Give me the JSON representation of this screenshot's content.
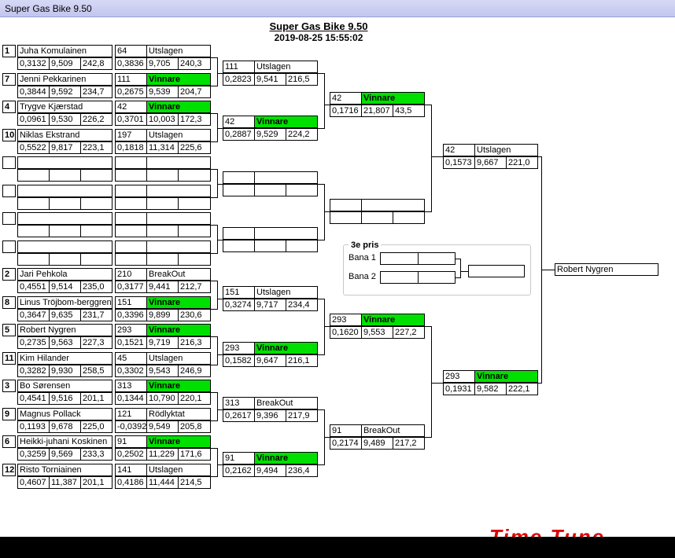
{
  "window_title": "Super Gas Bike 9.50",
  "header": {
    "title": "Super Gas Bike 9.50",
    "datetime": "2019-08-25 15:55:02"
  },
  "colors": {
    "winner": "#00e000"
  },
  "r1": [
    {
      "seed": "1",
      "name": "Juha Komulainen",
      "rt": "0,3132",
      "et": "9,509",
      "speed": "242,8",
      "id": "64",
      "result": "Utslagen",
      "rt2": "0,3836",
      "et2": "9,705",
      "sp2": "240,3"
    },
    {
      "seed": "7",
      "name": "Jenni Pekkarinen",
      "rt": "0,3844",
      "et": "9,592",
      "speed": "234,7",
      "id": "111",
      "result": "Vinnare",
      "rt2": "0,2675",
      "et2": "9,539",
      "sp2": "204,7"
    },
    {
      "seed": "4",
      "name": "Trygve Kjærstad",
      "rt": "0,0961",
      "et": "9,530",
      "speed": "226,2",
      "id": "42",
      "result": "Vinnare",
      "rt2": "0,3701",
      "et2": "10,003",
      "sp2": "172,3"
    },
    {
      "seed": "10",
      "name": "Niklas Ekstrand",
      "rt": "0,5522",
      "et": "9,817",
      "speed": "223,1",
      "id": "197",
      "result": "Utslagen",
      "rt2": "0,1818",
      "et2": "11,314",
      "sp2": "225,6"
    },
    {
      "seed": "",
      "name": "",
      "rt": "",
      "et": "",
      "speed": "",
      "id": "",
      "result": "",
      "rt2": "",
      "et2": "",
      "sp2": ""
    },
    {
      "seed": "",
      "name": "",
      "rt": "",
      "et": "",
      "speed": "",
      "id": "",
      "result": "",
      "rt2": "",
      "et2": "",
      "sp2": ""
    },
    {
      "seed": "",
      "name": "",
      "rt": "",
      "et": "",
      "speed": "",
      "id": "",
      "result": "",
      "rt2": "",
      "et2": "",
      "sp2": ""
    },
    {
      "seed": "",
      "name": "",
      "rt": "",
      "et": "",
      "speed": "",
      "id": "",
      "result": "",
      "rt2": "",
      "et2": "",
      "sp2": ""
    },
    {
      "seed": "2",
      "name": "Jari Pehkola",
      "rt": "0,4551",
      "et": "9,514",
      "speed": "235,0",
      "id": "210",
      "result": "BreakOut",
      "rt2": "0,3177",
      "et2": "9,441",
      "sp2": "212,7"
    },
    {
      "seed": "8",
      "name": "Linus Tröjbom-berggren",
      "rt": "0,3647",
      "et": "9,635",
      "speed": "231,7",
      "id": "151",
      "result": "Vinnare",
      "rt2": "0,3396",
      "et2": "9,899",
      "sp2": "230,6"
    },
    {
      "seed": "5",
      "name": "Robert Nygren",
      "rt": "0,2735",
      "et": "9,563",
      "speed": "227,3",
      "id": "293",
      "result": "Vinnare",
      "rt2": "0,1521",
      "et2": "9,719",
      "sp2": "216,3"
    },
    {
      "seed": "11",
      "name": "Kim Hilander",
      "rt": "0,3282",
      "et": "9,930",
      "speed": "258,5",
      "id": "45",
      "result": "Utslagen",
      "rt2": "0,3302",
      "et2": "9,543",
      "sp2": "246,9"
    },
    {
      "seed": "3",
      "name": "Bo Sørensen",
      "rt": "0,4541",
      "et": "9,516",
      "speed": "201,1",
      "id": "313",
      "result": "Vinnare",
      "rt2": "0,1344",
      "et2": "10,790",
      "sp2": "220,1"
    },
    {
      "seed": "9",
      "name": "Magnus Pollack",
      "rt": "0,1193",
      "et": "9,678",
      "speed": "225,0",
      "id": "121",
      "result": "Rödlyktat",
      "rt2": "-0,0392",
      "et2": "9,549",
      "sp2": "205,8"
    },
    {
      "seed": "6",
      "name": "Heikki-juhani Koskinen",
      "rt": "0,3259",
      "et": "9,569",
      "speed": "233,3",
      "id": "91",
      "result": "Vinnare",
      "rt2": "0,2502",
      "et2": "11,229",
      "sp2": "171,6"
    },
    {
      "seed": "12",
      "name": "Risto Torniainen",
      "rt": "0,4607",
      "et": "11,387",
      "speed": "201,1",
      "id": "141",
      "result": "Utslagen",
      "rt2": "0,4186",
      "et2": "11,444",
      "sp2": "214,5"
    }
  ],
  "r2": [
    {
      "id": "111",
      "result": "Utslagen",
      "rt": "0,2823",
      "et": "9,541",
      "sp": "216,5"
    },
    {
      "id": "42",
      "result": "Vinnare",
      "rt": "0,2887",
      "et": "9,529",
      "sp": "224,2"
    },
    {
      "id": "",
      "result": "",
      "rt": "",
      "et": "",
      "sp": ""
    },
    {
      "id": "",
      "result": "",
      "rt": "",
      "et": "",
      "sp": ""
    },
    {
      "id": "151",
      "result": "Utslagen",
      "rt": "0,3274",
      "et": "9,717",
      "sp": "234,4"
    },
    {
      "id": "293",
      "result": "Vinnare",
      "rt": "0,1582",
      "et": "9,647",
      "sp": "216,1"
    },
    {
      "id": "313",
      "result": "BreakOut",
      "rt": "0,2617",
      "et": "9,396",
      "sp": "217,9"
    },
    {
      "id": "91",
      "result": "Vinnare",
      "rt": "0,2162",
      "et": "9,494",
      "sp": "236,4"
    }
  ],
  "r3": [
    {
      "id": "42",
      "result": "Vinnare",
      "rt": "0,1716",
      "et": "21,807",
      "sp": "43,5"
    },
    {
      "id": "",
      "result": "",
      "rt": "",
      "et": "",
      "sp": ""
    },
    {
      "id": "293",
      "result": "Vinnare",
      "rt": "0,1620",
      "et": "9,553",
      "sp": "227,2"
    },
    {
      "id": "91",
      "result": "BreakOut",
      "rt": "0,2174",
      "et": "9,489",
      "sp": "217,2"
    }
  ],
  "r4": [
    {
      "id": "42",
      "result": "Utslagen",
      "rt": "0,1573",
      "et": "9,667",
      "sp": "221,0"
    },
    {
      "id": "293",
      "result": "Vinnare",
      "rt": "0,1931",
      "et": "9,582",
      "sp": "222,1"
    }
  ],
  "final": {
    "winner": "Robert Nygren"
  },
  "third_place": {
    "legend": "3e pris",
    "lane1": "Bana 1",
    "lane2": "Bana 2"
  },
  "logo_text": "Time Tune"
}
